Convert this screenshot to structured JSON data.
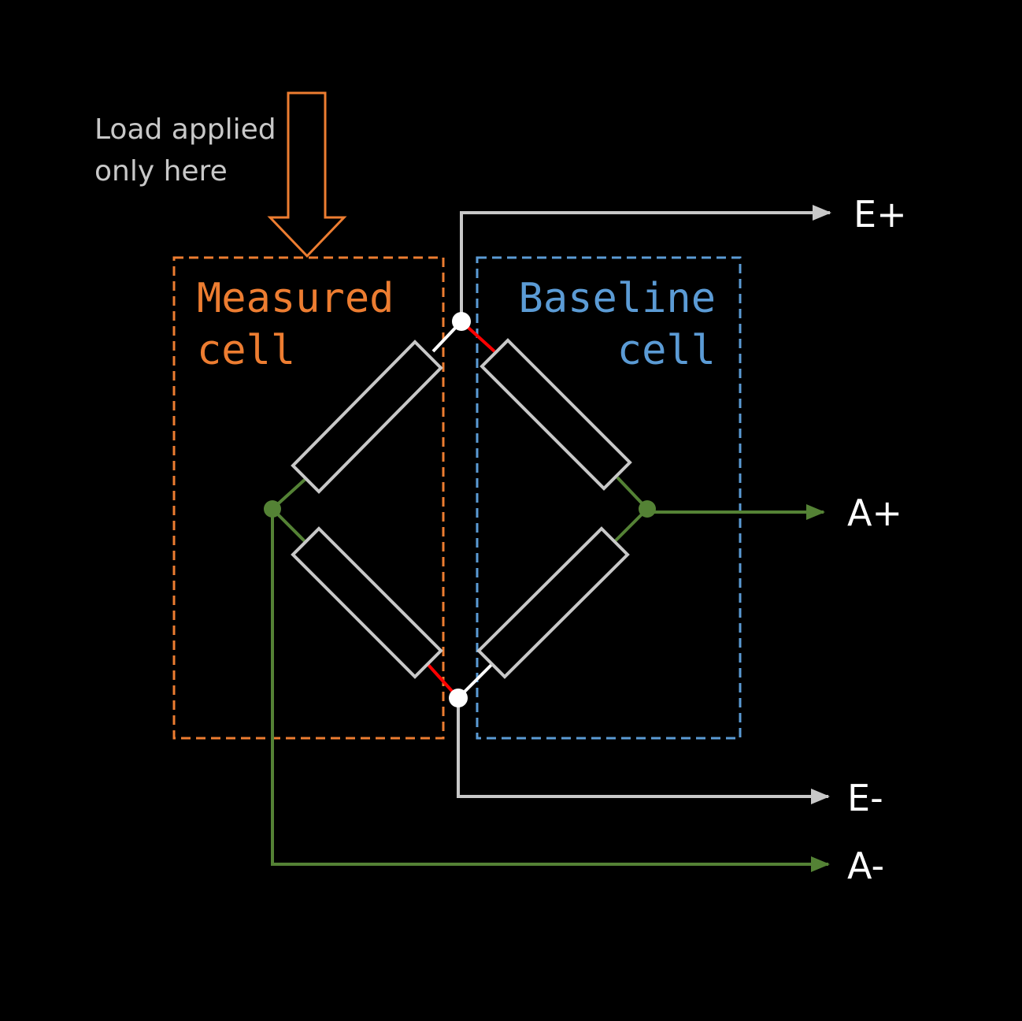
{
  "load_label": {
    "line1": "Load applied",
    "line2": "only here"
  },
  "measured_cell": {
    "line1": "Measured",
    "line2": "cell"
  },
  "baseline_cell": {
    "line1": "Baseline",
    "line2": "cell"
  },
  "terminals": {
    "e_plus": "E+",
    "a_plus": "A+",
    "e_minus": "E-",
    "a_minus": "A-"
  },
  "colors": {
    "background": "#000000",
    "load_text": "#c8c8c8",
    "measured": "#ed7d31",
    "baseline": "#5b9bd5",
    "excitation_wire": "#c8c8c8",
    "signal_wire": "#548235",
    "resistor": "#c8c8c8",
    "short_link": "#ff0000",
    "node_excitation": "#ffffff",
    "node_signal": "#548235",
    "terminal_text": "#ffffff"
  }
}
